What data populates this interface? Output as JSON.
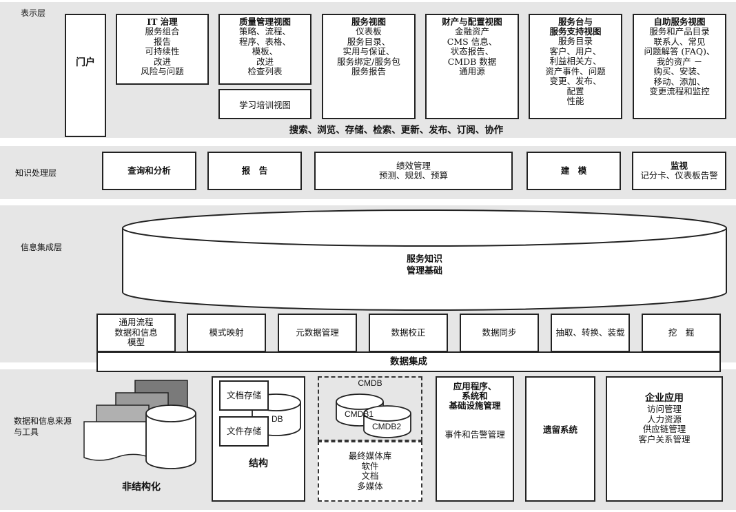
{
  "presentation_layer": {
    "label": "表示层",
    "portal": "门户",
    "it_governance": {
      "title": "IT 治理",
      "items": [
        "服务组合",
        "报告",
        "可持续性",
        "改进",
        "风险与问题"
      ]
    },
    "quality_view": {
      "title": "质量管理视图",
      "items": [
        "策略、流程、",
        "程序、表格、",
        "模板、",
        "改进",
        "检查列表"
      ]
    },
    "training_view": "学习培训视图",
    "service_view": {
      "title": "服务视图",
      "items": [
        "仪表板",
        "服务目录、",
        "实用与保证、",
        "服务绑定/服务包",
        "服务报告"
      ]
    },
    "asset_view": {
      "title": "财产与配置视图",
      "items": [
        "金融资产",
        "CMS 信息、",
        "状态报告、",
        "CMDB 数据",
        "通用源"
      ]
    },
    "service_desk_view": {
      "title": "服务台与",
      "title2": "服务支持视图",
      "items": [
        "服务目录",
        "客户、用户、",
        "利益相关方、",
        "资产事件、问题",
        "变更、发布、",
        "配置",
        "性能"
      ]
    },
    "self_service_view": {
      "title": "自助服务视图",
      "items": [
        "服务和产品目录",
        "联系人、常见",
        "问题解答 (FAQ)、",
        "我的资产 －",
        "购买、安装、",
        "移动、添加、",
        "变更流程和监控"
      ]
    },
    "actions": "搜索、浏览、存储、检索、更新、发布、订阅、协作"
  },
  "knowledge_layer": {
    "label": "知识处理层",
    "query": "查询和分析",
    "report": "报　告",
    "performance": {
      "title": "绩效管理",
      "sub": "预测、规划、预算"
    },
    "modeling": "建　模",
    "monitoring": {
      "title": "监视",
      "sub": "记分卡、仪表板告警"
    }
  },
  "integration_layer": {
    "label": "信息集成层",
    "skms": [
      "服务知识",
      "管理基础"
    ],
    "common_model": [
      "通用流程",
      "数据和信息",
      "模型"
    ],
    "schema_mapping": "模式映射",
    "metadata": "元数据管理",
    "reconciliation": "数据校正",
    "sync": "数据同步",
    "etl": "抽取、转换、装载",
    "mining": "挖　掘",
    "data_integration": "数据集成"
  },
  "sources_layer": {
    "label_lines": [
      "数据和信息来源",
      "与工具"
    ],
    "unstructured": "非结构化",
    "doc_store": "文档存储",
    "file_store": "文件存储",
    "db_fragment": "DB",
    "structured": "结构",
    "cmdb": {
      "label": "CMDB",
      "cmdb1": "CMDB1",
      "cmdb2": "CMDB2"
    },
    "dml": {
      "title": "最终媒体库",
      "items": [
        "软件",
        "文档",
        "多媒体"
      ]
    },
    "apps": {
      "title": [
        "应用程序、",
        "系统和",
        "基础设施管理"
      ],
      "sub": "事件和告警管理"
    },
    "legacy": "遗留系统",
    "enterprise": {
      "title": "企业应用",
      "items": [
        "访问管理",
        "人力资源",
        "供应链管理",
        "客户关系管理"
      ]
    }
  }
}
